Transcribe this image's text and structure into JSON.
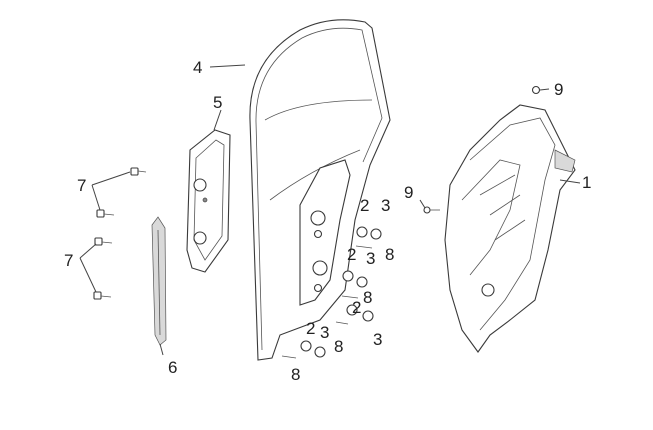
{
  "colors": {
    "line": "#3a3a3a",
    "text": "#222222",
    "background": "#ffffff"
  },
  "callouts": {
    "part_1": "1",
    "part_2a": "2",
    "part_2b": "2",
    "part_2c": "2",
    "part_2d": "2",
    "part_3a": "3",
    "part_3b": "3",
    "part_3c": "3",
    "part_3d": "3",
    "part_4": "4",
    "part_5": "5",
    "part_6": "6",
    "part_7a": "7",
    "part_7b": "7",
    "part_8a": "8",
    "part_8b": "8",
    "part_8c": "8",
    "part_8d": "8",
    "part_9a": "9",
    "part_9b": "9"
  }
}
